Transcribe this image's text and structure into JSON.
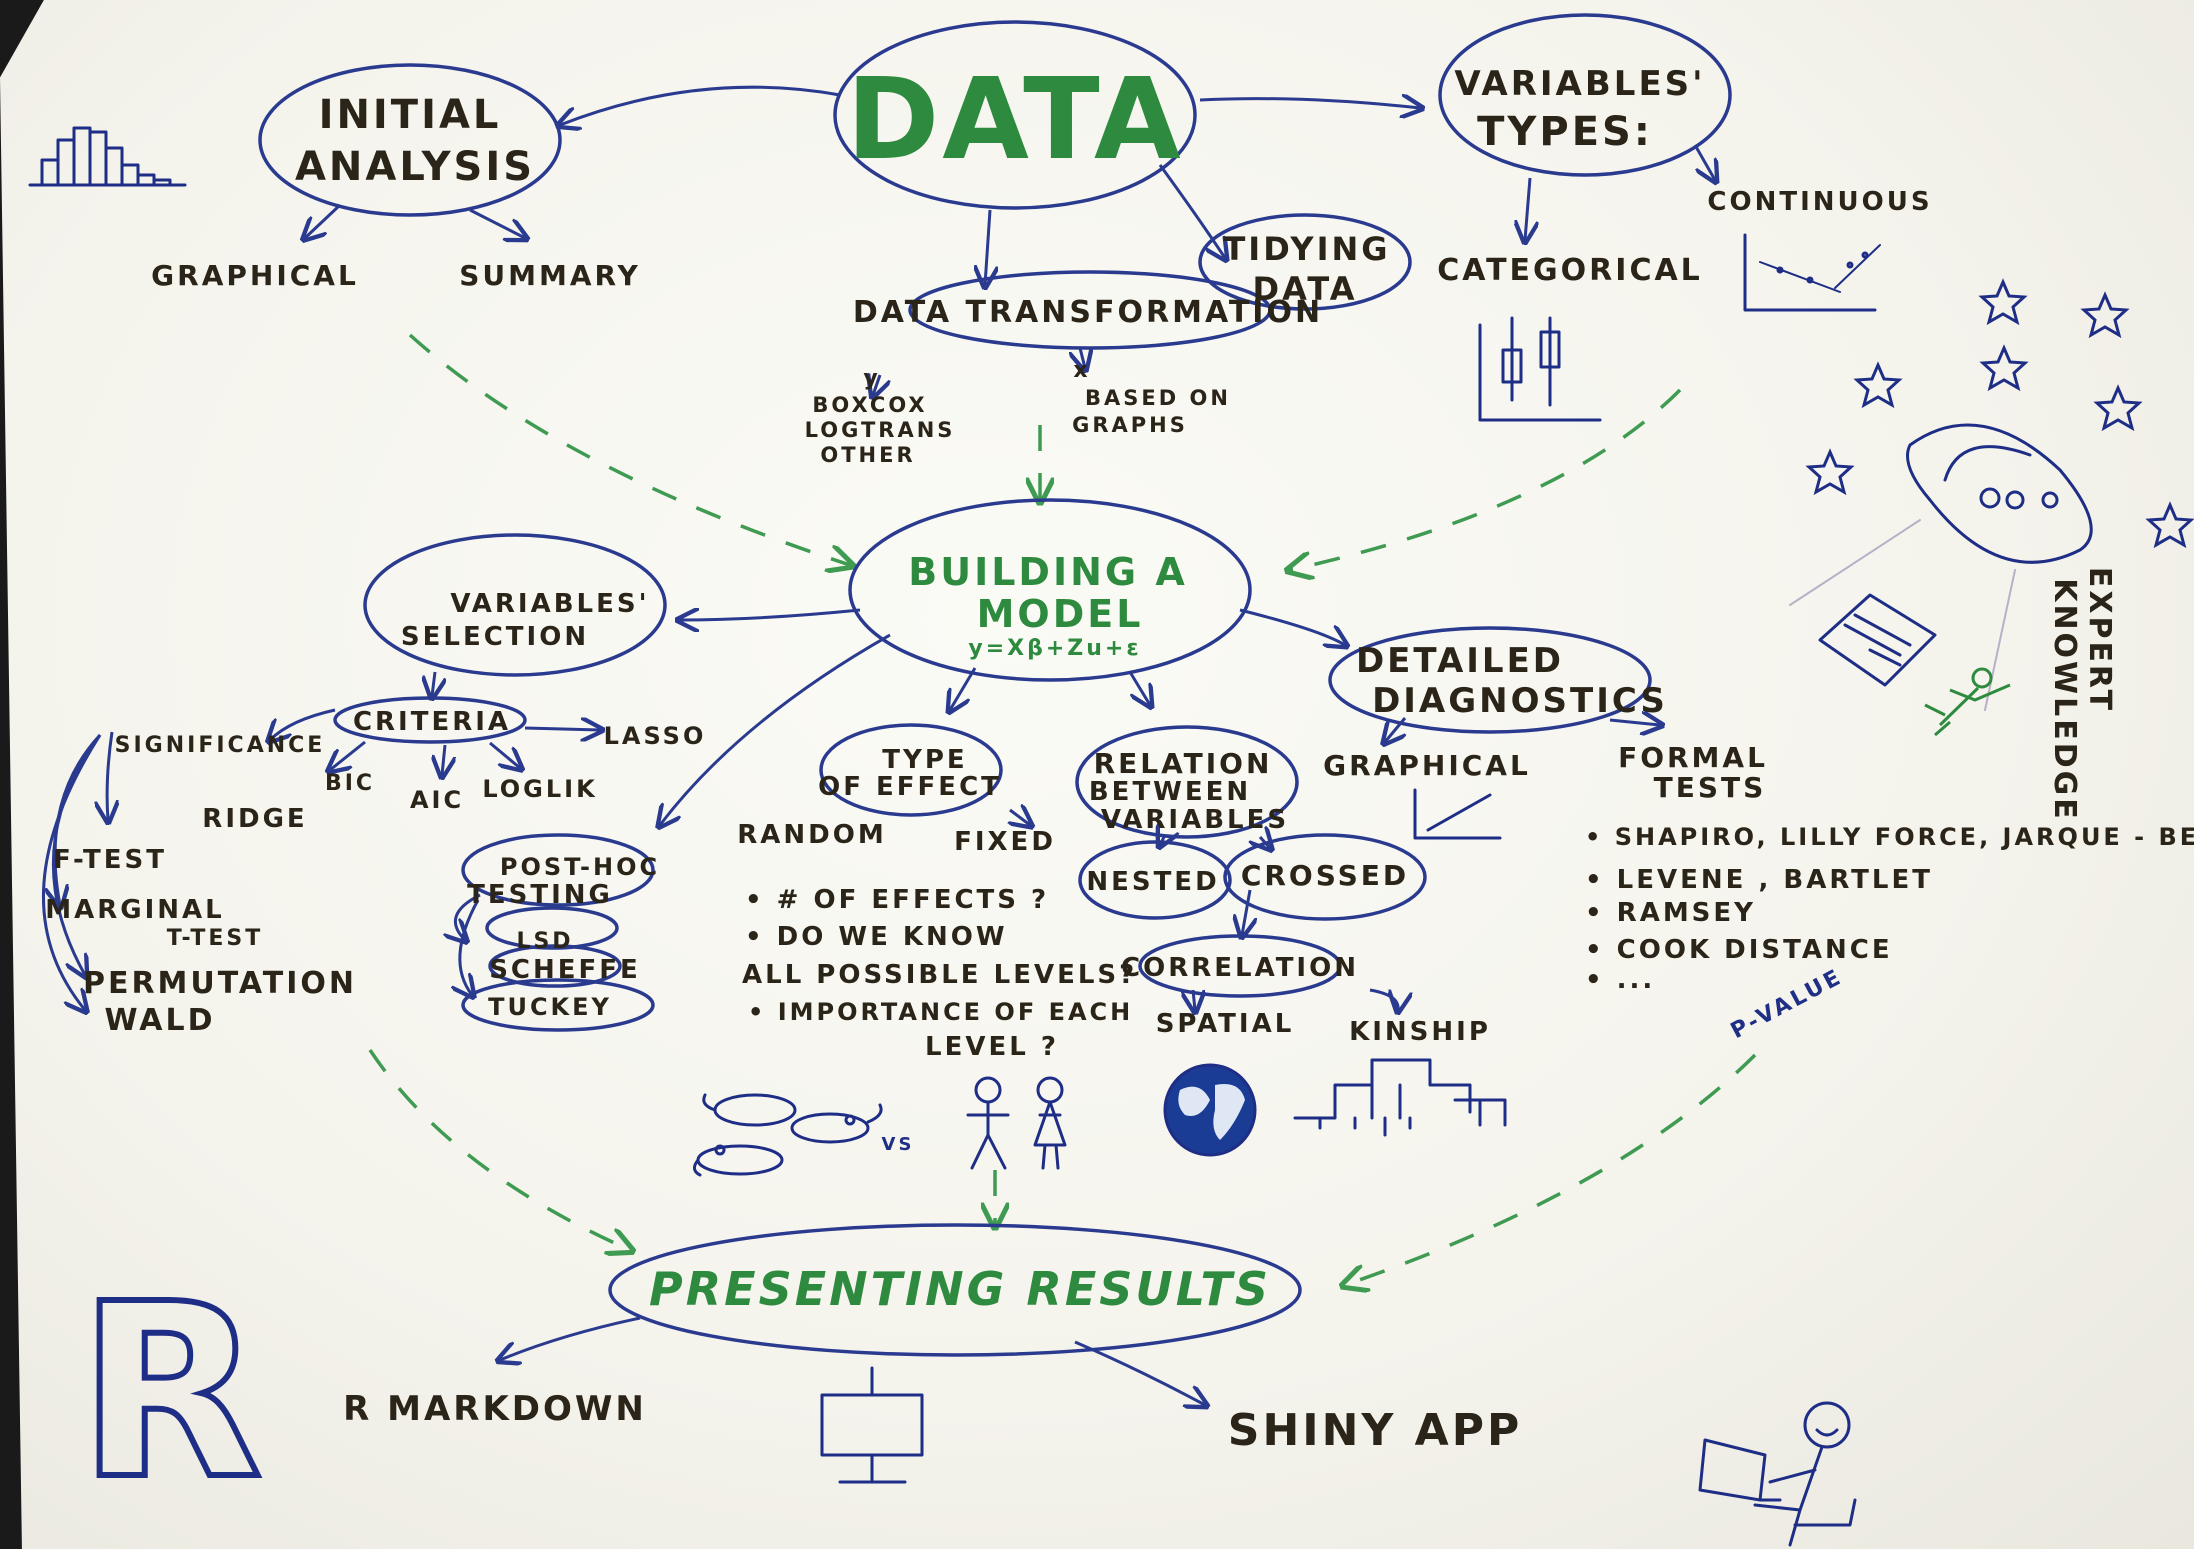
{
  "nodes": {
    "data": "DATA",
    "initial_analysis": [
      "INITIAL",
      "ANALYSIS"
    ],
    "graphical": "GRAPHICAL",
    "summary": "SUMMARY",
    "variables_types": [
      "VARIABLES'",
      "TYPES:"
    ],
    "continuous": "CONTINUOUS",
    "categorical": "CATEGORICAL",
    "tidying_data": [
      "TIDYING",
      "DATA"
    ],
    "data_transformation": "DATA TRANSFORMATION",
    "transform_y": "y",
    "transform_y_items": [
      "BOXCOX",
      "LOGTRANS",
      "OTHER"
    ],
    "transform_x": "x",
    "transform_x_items": [
      "BASED ON",
      "GRAPHS"
    ],
    "building_model": [
      "BUILDING A",
      "MODEL"
    ],
    "formula": "y=Xβ+Zu+ε",
    "variables_selection": [
      "VARIABLES'",
      "SELECTION"
    ],
    "criteria": "CRITERIA",
    "lasso": "LASSO",
    "significance": "SIGNIFICANCE",
    "bic": "BIC",
    "aic": "AIC",
    "loglik": "LOGLIK",
    "ridge": "RIDGE",
    "significance_tests": [
      "F-TEST",
      "MARGINAL",
      "T-TEST",
      "PERMUTATION",
      "WALD"
    ],
    "post_hoc": [
      "POST-HOC",
      "TESTING"
    ],
    "post_hoc_items": [
      "LSD",
      "SCHEFFE",
      "TUCKEY"
    ],
    "type_of_effect": [
      "TYPE",
      "OF EFFECT"
    ],
    "random": "RANDOM",
    "fixed": "FIXED",
    "effect_questions": [
      "• # OF EFFECTS ?",
      "• DO WE KNOW",
      "ALL POSSIBLE LEVELS?",
      "• IMPORTANCE OF EACH",
      "LEVEL ?"
    ],
    "vs": "VS",
    "relation": [
      "RELATION",
      "BETWEEN",
      "VARIABLES"
    ],
    "nested": "NESTED",
    "crossed": "CROSSED",
    "correlation": "CORRELATION",
    "spatial": "SPATIAL",
    "kinship": "KINSHIP",
    "detailed_diagnostics": [
      "DETAILED",
      "DIAGNOSTICS"
    ],
    "diag_graphical": "GRAPHICAL",
    "formal_tests": [
      "FORMAL",
      "TESTS"
    ],
    "formal_tests_items": [
      "• SHAPIRO, LILLY FORCE, JARQUE - BERA",
      "• LEVENE , BARTLET",
      "• RAMSEY",
      "• COOK  DISTANCE",
      "• ..."
    ],
    "p_value": "P-VALUE",
    "expert_knowledge": [
      "EXPERT",
      "KNOWLEDGE"
    ],
    "presenting_results": "PRESENTING RESULTS",
    "r_logo": "R",
    "r_markdown": "R MARKDOWN",
    "shiny_app": "SHINY APP"
  }
}
